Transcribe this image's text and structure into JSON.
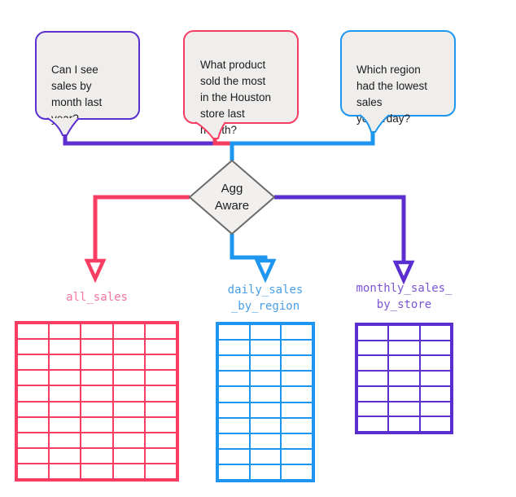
{
  "colors": {
    "purple": "#5b2ed0",
    "pink": "#f73e62",
    "blue": "#1e96f0",
    "pink-light": "#f4779f",
    "blue-light": "#4a9fe6",
    "purple-light": "#7c55d4",
    "diamond-border": "#6b6b6b",
    "diamond-fill": "#f1f0ef",
    "bubble-fill": "#efeeed",
    "ink": "#1c1c1c"
  },
  "questions": [
    {
      "text": "Can I see\nsales by\nmonth last\nyear?"
    },
    {
      "text": "What product\nsold the most\nin the Houston\nstore last\nmonth?"
    },
    {
      "text": "Which region\nhad the lowest\nsales\nyesterday?"
    }
  ],
  "decision": {
    "label": "Agg\nAware"
  },
  "tables": [
    {
      "label": "all_sales",
      "columns": 5,
      "rows": 10
    },
    {
      "label": "daily_sales\n_by_region",
      "columns": 3,
      "rows": 10
    },
    {
      "label": "monthly_sales_\nby_store",
      "columns": 3,
      "rows": 7
    }
  ]
}
